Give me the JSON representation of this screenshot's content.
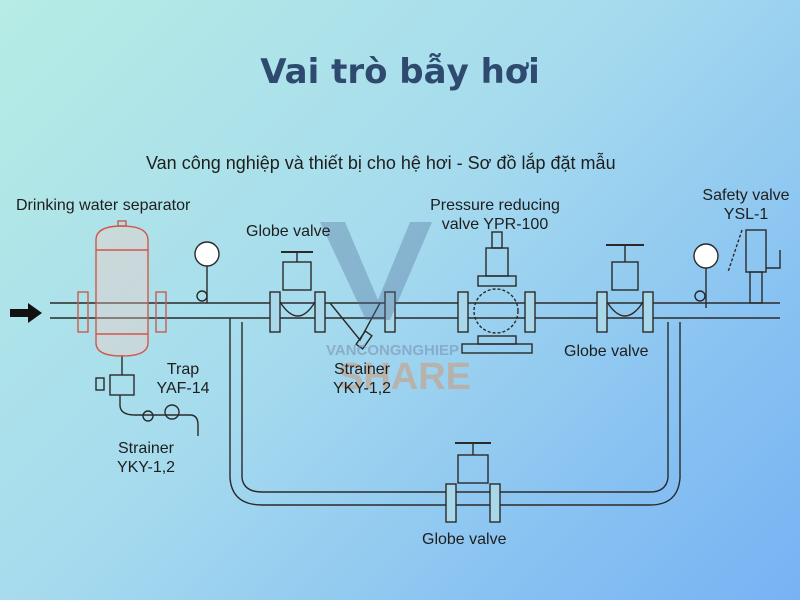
{
  "title": "Vai trò bẫy hơi",
  "subtitle": "Van công nghiệp và thiết bị cho hệ hơi - Sơ đồ lắp đặt mẫu",
  "labels": {
    "separator": "Drinking water separator",
    "globe_valve_1": "Globe valve",
    "pressure_reducing_1": "Pressure reducing",
    "pressure_reducing_2": "valve YPR-100",
    "safety_valve_1": "Safety valve",
    "safety_valve_2": "YSL-1",
    "trap_1": "Trap",
    "trap_2": "YAF-14",
    "strainer_left_1": "Strainer",
    "strainer_left_2": "YKY-1,2",
    "strainer_mid_1": "Strainer",
    "strainer_mid_2": "YKY-1,2",
    "globe_valve_2": "Globe valve",
    "globe_valve_bypass": "Globe valve"
  },
  "watermark": {
    "line1": "VANCONGNGHIEP",
    "line2": "SHARE"
  },
  "colors": {
    "title": "#2e4a6e",
    "separator": "#d0574a",
    "line": "#2a2a2a"
  }
}
